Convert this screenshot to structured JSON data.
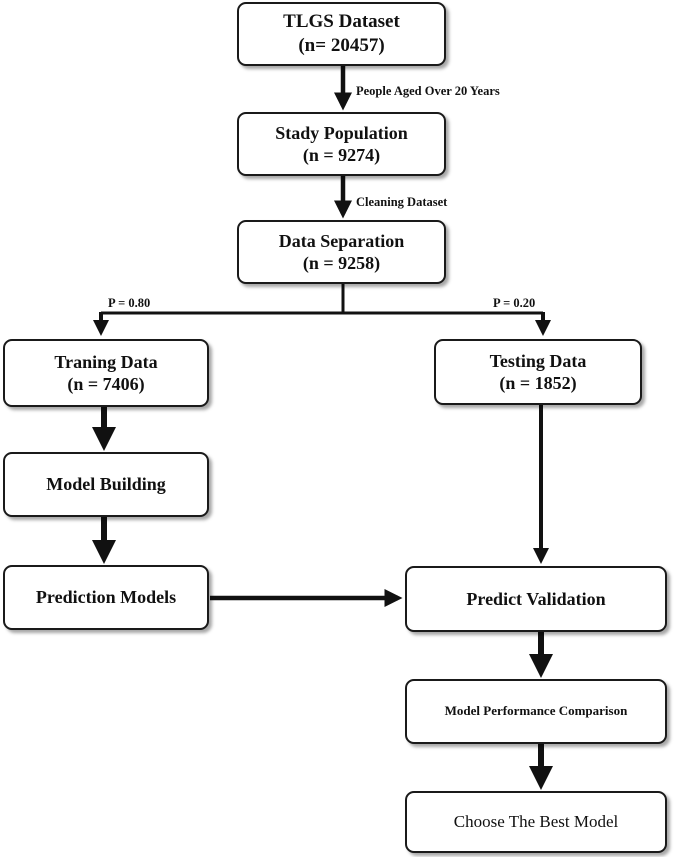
{
  "nodes": {
    "tlgs": {
      "title": "TLGS Dataset",
      "count": "(n= 20457)"
    },
    "study": {
      "title": "Stady Population",
      "count": "(n = 9274)"
    },
    "separation": {
      "title": "Data Separation",
      "count": "(n = 9258)"
    },
    "training": {
      "title": "Traning Data",
      "count": "(n = 7406)"
    },
    "testing": {
      "title": "Testing Data",
      "count": "(n = 1852)"
    },
    "model_building": {
      "title": "Model Building"
    },
    "prediction_models": {
      "title": "Prediction Models"
    },
    "predict_validation": {
      "title": "Predict Validation"
    },
    "comparison": {
      "title": "Model Performance Comparison"
    },
    "best_model": {
      "title": "Choose The Best Model"
    }
  },
  "edge_labels": {
    "age_filter": "People Aged Over 20 Years",
    "cleaning": "Cleaning Dataset",
    "train_split": "P = 0.80",
    "test_split": "P = 0.20"
  },
  "colors": {
    "line": "#111111",
    "box_border": "#1a1a1a",
    "background": "#ffffff"
  }
}
